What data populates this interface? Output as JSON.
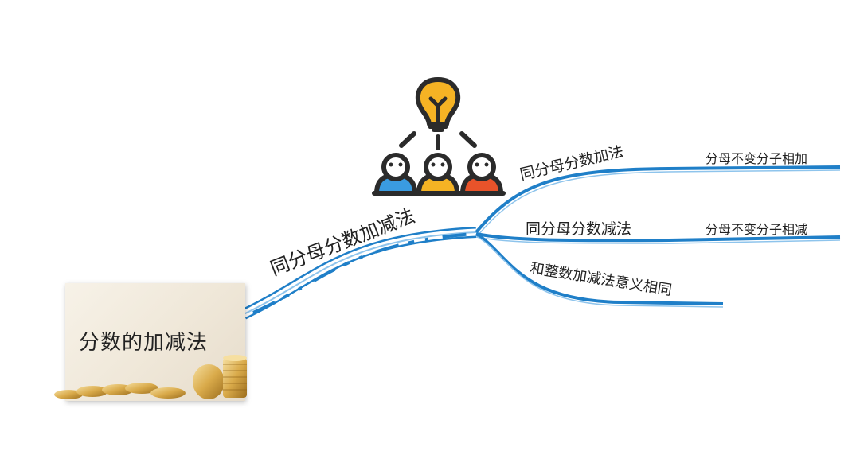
{
  "root": {
    "label": "分数的加减法"
  },
  "branch": {
    "label": "同分母分数加减法"
  },
  "children": [
    {
      "label": "同分母分数加法",
      "note": "分母不变分子相加"
    },
    {
      "label": "同分母分数减法",
      "note": "分母不变分子相减"
    },
    {
      "label": "和整数加减法意义相同"
    }
  ],
  "icons": [
    "lightbulb-icon",
    "team-people-icon",
    "gold-coins-icon"
  ],
  "colors": {
    "line": "#1f7fc8",
    "line_light": "#8ec4ec",
    "bulb": "#f5b324",
    "person_blue": "#3a9be0",
    "person_yellow": "#f5b324",
    "person_red": "#e8532a",
    "outline": "#2b2b2b"
  }
}
